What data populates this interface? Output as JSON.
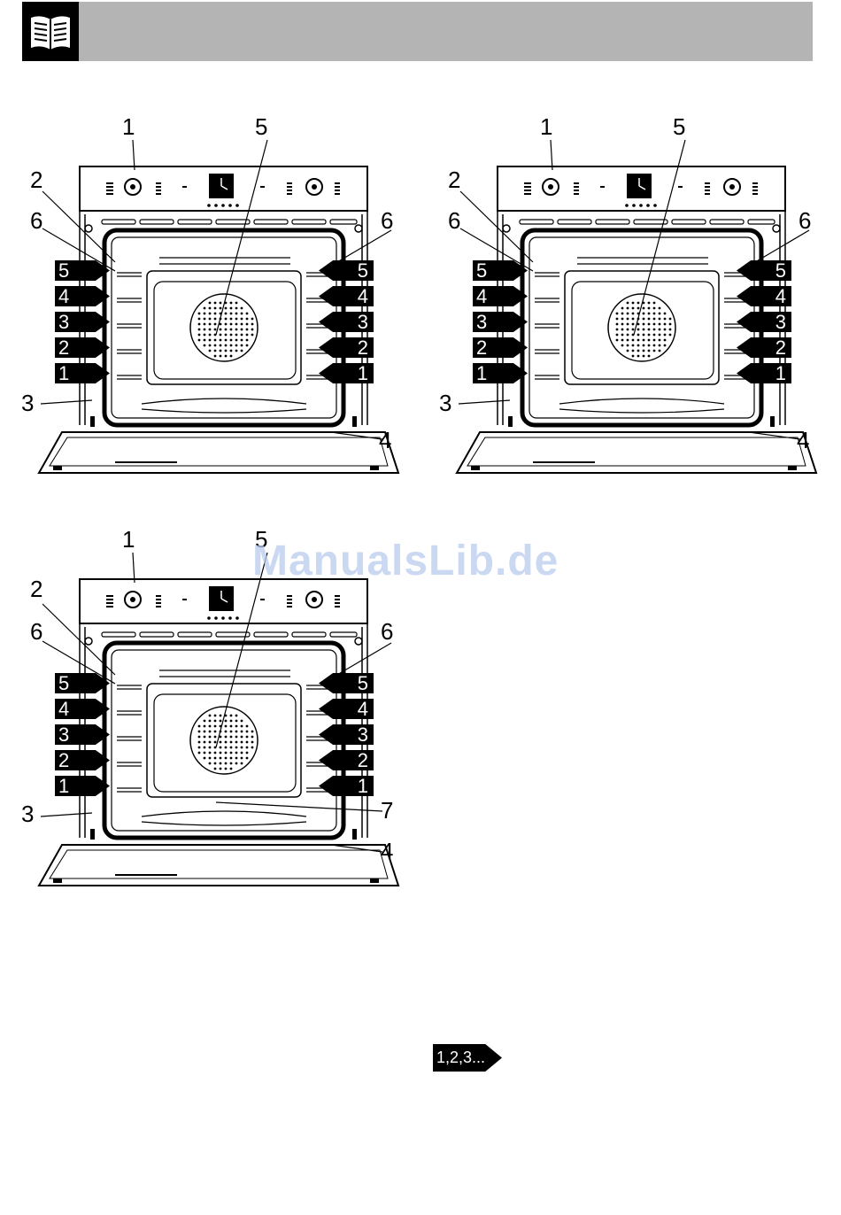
{
  "header": {
    "icon": "open-book-icon",
    "colors": {
      "bar": "#b4b4b4",
      "icon_bg": "#000000"
    }
  },
  "figures": [
    {
      "id": "oven-a",
      "callouts": {
        "c1": "1",
        "c2": "2",
        "c3": "3",
        "c4": "4",
        "c5": "5",
        "c6l": "6",
        "c6r": "6"
      },
      "rack_levels": [
        "5",
        "4",
        "3",
        "2",
        "1"
      ]
    },
    {
      "id": "oven-b",
      "callouts": {
        "c1": "1",
        "c2": "2",
        "c3": "3",
        "c4": "4",
        "c5": "5",
        "c6l": "6",
        "c6r": "6"
      },
      "rack_levels": [
        "5",
        "4",
        "3",
        "2",
        "1"
      ]
    },
    {
      "id": "oven-c",
      "callouts": {
        "c1": "1",
        "c2": "2",
        "c3": "3",
        "c4": "4",
        "c5": "5",
        "c6l": "6",
        "c6r": "6",
        "c7": "7"
      },
      "rack_levels": [
        "5",
        "4",
        "3",
        "2",
        "1"
      ]
    }
  ],
  "watermark": "ManualsLib.de",
  "sequence_badge": "1,2,3..."
}
